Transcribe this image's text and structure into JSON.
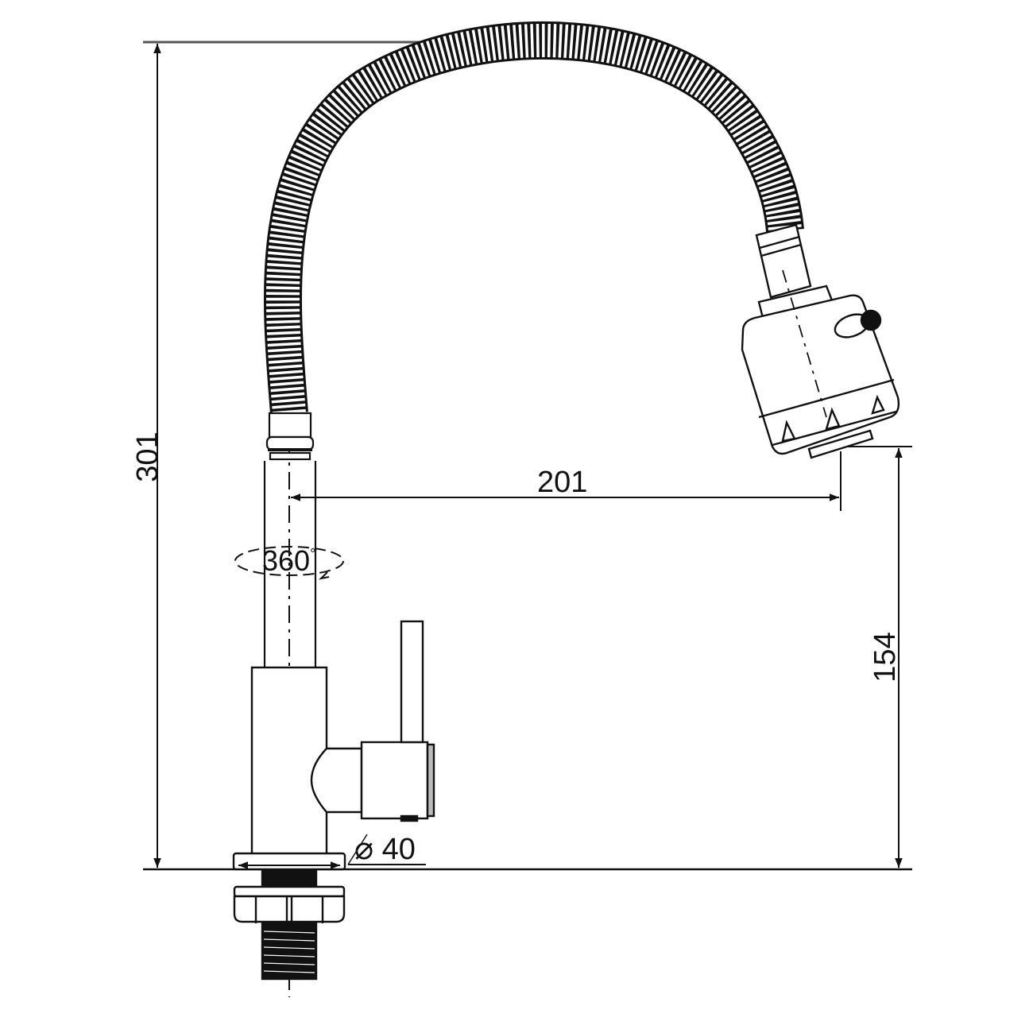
{
  "drawing": {
    "subject": "faucet-side-view",
    "line_color": "#111111",
    "background": "#ffffff"
  },
  "dimensions": {
    "total_height": {
      "value": "301"
    },
    "spout_height": {
      "value": "154"
    },
    "spout_reach": {
      "value": "201"
    },
    "base_diameter": {
      "symbol": "⌀",
      "value": "40"
    },
    "rotation": {
      "value": "360",
      "unit": "°"
    }
  }
}
